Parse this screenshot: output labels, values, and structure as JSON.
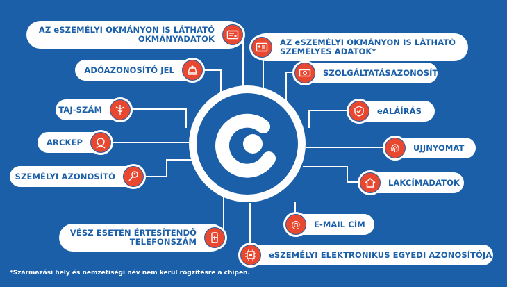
{
  "colors": {
    "background": "#1b5fa8",
    "accent": "#e8482f",
    "card": "#ffffff",
    "text": "#1b5fa8"
  },
  "hub": {
    "icon": "e-logo-icon"
  },
  "left_items": [
    {
      "label": "AZ eSZEMÉLYI OKMÁNYON IS LÁTHATÓ\nOKMÁNYADATOK",
      "icon": "id-card-icon"
    },
    {
      "label": "ADÓAZONOSÍTÓ JEL",
      "icon": "tax-icon"
    },
    {
      "label": "TAJ-SZÁM",
      "icon": "caduceus-icon"
    },
    {
      "label": "ARCKÉP",
      "icon": "face-icon"
    },
    {
      "label": "SZEMÉLYI AZONOSÍTÓ",
      "icon": "person-search-icon"
    },
    {
      "label": "VÉSZ ESETÉN ÉRTESÍTENDŐ\nTELEFONSZÁM",
      "icon": "emergency-phone-icon"
    }
  ],
  "right_items": [
    {
      "label": "AZ eSZEMÉLYI OKMÁNYON IS LÁTHATÓ\nSZEMÉLYES ADATOK*",
      "icon": "personal-card-icon"
    },
    {
      "label": "SZOLGÁLTATÁSAZONOSÍTÓ",
      "icon": "banknote-icon"
    },
    {
      "label": "eALÁÍRÁS",
      "icon": "signature-badge-icon"
    },
    {
      "label": "UJJNYOMAT",
      "icon": "fingerprint-icon"
    },
    {
      "label": "LAKCÍMADATOK",
      "icon": "home-icon"
    },
    {
      "label": "E-MAIL CÍM",
      "icon": "at-icon"
    },
    {
      "label": "eSZEMÉLYI ELEKTRONIKUS EGYEDI AZONOSÍTÓJA",
      "icon": "chip-icon"
    }
  ],
  "footnote": "*Származási hely és nemzetiségi név nem kerül rögzítésre a chipen."
}
